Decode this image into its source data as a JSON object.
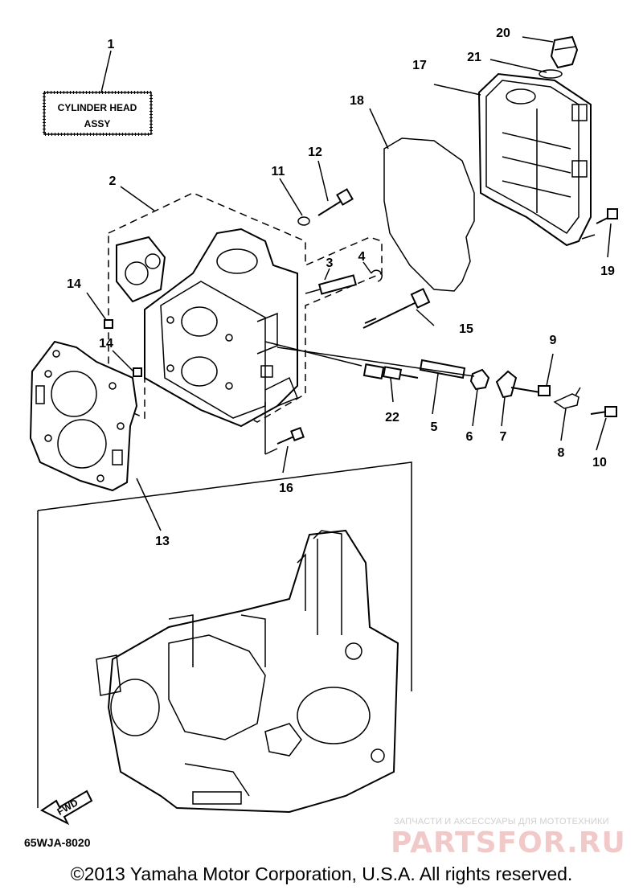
{
  "callouts": {
    "c1": "1",
    "c2": "2",
    "c3": "3",
    "c4": "4",
    "c5": "5",
    "c6": "6",
    "c7": "7",
    "c8": "8",
    "c9": "9",
    "c10": "10",
    "c11": "11",
    "c12": "12",
    "c13": "13",
    "c14a": "14",
    "c14b": "14",
    "c15": "15",
    "c16": "16",
    "c17": "17",
    "c18": "18",
    "c19": "19",
    "c20": "20",
    "c21": "21",
    "c22": "22"
  },
  "label_box": {
    "line1": "CYLINDER HEAD",
    "line2": "ASSY"
  },
  "fwd_arrow": {
    "text": "FWD"
  },
  "diagram_code": "65WJA-8020",
  "watermark": {
    "tagline": "ЗАПЧАСТИ И АКСЕССУАРЫ ДЛЯ МОТОТЕХНИКИ",
    "logo": "PARTSFOR.RU"
  },
  "copyright": "©2013 Yamaha Motor Corporation, U.S.A. All rights reserved.",
  "colors": {
    "ink": "#000000",
    "background": "#ffffff",
    "watermark_red": "#f1c9c9",
    "watermark_gray": "#cfcfcf"
  }
}
